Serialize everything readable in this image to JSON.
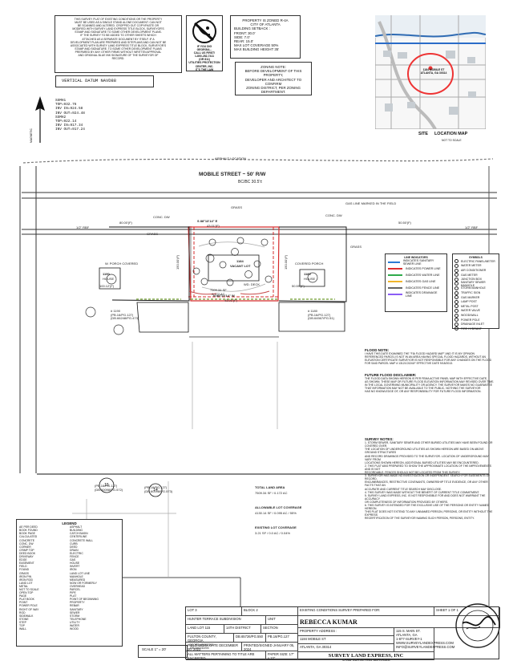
{
  "header": {
    "notice_lines": [
      "THIS SURVEY PLAT OF EXISTING CONDITIONS OR THE PROPERTY",
      "MUST BE USED AS A SINGLE STAND ALONE DOCUMENT. CAN NOT",
      "BE SCANNED AND ALTERED. CROPPED OUT COPY/PASTE OR",
      "MODIFIED WITH SURVEY LAND EXPRESS TITLE BLOCK, SURVEYOR'S",
      "STAMP AND SIGNATURE TO SOME OTHER DEVELOPMENT PLANS.",
      "IF THE SURVEY TO BE ADDED TO OTHER SHEETS WHICH",
      "ATTACHED AS A SEPARATE DOCUMENT BY ITSELF. IF A",
      "DEVELOPMENT PLAN ARE PREPARED AND SITEPLANS AND CAN NOT BE",
      "ASSOCIATED WITH SURVEY LAND EXPRESS TITLE BLOCK, SURVEYOR'S",
      "STAMP AND SIGNATURE. TO SOME OTHER DEVELOPMENT PLANS",
      "PREPARED BY ANY OTHER FIRMS WITHOUT WRITTEN APPROVAL",
      "AND ORIGINAL BLUE INK SIGNATURE OF THE SURVEYOR OF",
      "RECORD."
    ],
    "no_dig_text": [
      "IF YOU DIG",
      "GEORGIA...",
      "CALL US FIRST!",
      "1-800-282-7411",
      "(OR 811)",
      "UTILITIES PROTECTION",
      "CENTER, INC.",
      "IT'S THE LAW"
    ],
    "zoning": {
      "title_line1": "PROPERTY IS ZONED R-4A",
      "title_line2": "CITY OF ATLANTA",
      "lines": [
        "BUILDING SETBACK :",
        "FRONT: 30.0'",
        "SIDE: 7.0'",
        "REAR: 15.0'",
        "MAX LOT COVERAGE 50%",
        "MAX BUILDING HEIGHT 35'"
      ]
    },
    "zoning_note": {
      "title": "ZONING NOTE:",
      "lines": [
        "BEFORE DEVELOPMENT OF THIS PROPERTY,",
        "DEVELOPER AND ARCHITECT TO CONFIRM",
        "ZONING DISTRICT, PER ZONING DEPARTMENT."
      ]
    },
    "vertical_datum": "VERTICAL DATUM NAVD88",
    "ssmh_lines": [
      "SSMH1",
      "TOP=932.76",
      "INV IN=924.58",
      "INV OUT=924.48",
      "",
      "SSMH2",
      "TOP=922.14",
      "INV IN=917.34",
      "INV OUT=917.24"
    ],
    "location_map": {
      "address_line1": "1184 MOBILE ST",
      "address_line2": "ATLANTA, GA 30314",
      "site_label": "SITE",
      "title": "LOCATION MAP",
      "subtitle": "NOT TO SCALE"
    },
    "north_label": "MAGNETIC"
  },
  "plan": {
    "street_name": "MOBILE STREET ~ 50' R/W",
    "street_sub": "BC/BC 30.5'±",
    "lot_number": "1184",
    "lot_status": "VACANT LOT",
    "left_house_number": "1190",
    "left_house_label": "HOUSE",
    "right_house_number": "1180",
    "right_house_label": "HOUSE",
    "left_parcel_lines": [
      "# 1190",
      "(PB.16/PG.127)",
      "(DB.66248/PG.473)"
    ],
    "right_parcel_lines": [
      "# 1180",
      "(PB.16/PG.127)",
      "(DB.64567/PG.51)"
    ],
    "bottom_left_parcel_lines": [
      "(PB.16/PG.127)",
      "(DB.60098/PG.572)"
    ],
    "bottom_right_parcel_lines": [
      "(PB.16/PG.127)",
      "(DB.60098/PG.573)"
    ],
    "front_bearing": "S 88°13'14\" E",
    "front_distance": "43.01'(F)",
    "rear_bearing": "N 88°13'14\" W",
    "rear_distance": "43.01'(F)",
    "left_distance": "150.00'(F)",
    "right_distance": "150.00'(F)",
    "top_left_distance": "80.00'(F)",
    "top_right_distance": "50.50'(F)",
    "bottom_left_distance": "100.12'(F)",
    "bottom_right_distance": "50.59'(F)",
    "area_center": "7509.34 SF\n0.172 AC",
    "area_title": "TOTAL LAND AREA",
    "area_sf": "7509.34 SF / 0.172 AC",
    "allowable_title": "ALLOWABLE LOT COVERAGE",
    "allowable_value": "4130.14 SF / 0.095 AC / 55%",
    "existing_title": "EXISTING LOT COVERAGE",
    "existing_value": "3.21 SF / 0.0 AC / 0.04%",
    "misc_labels": [
      "ASPHALT LOCATION",
      "GRASS",
      "CONC. DW",
      "GAS LINE MARKED IN THE FIELD",
      "GRASS",
      "W. PORCH COVERED",
      "COVERED PORCH",
      "WD. DECK",
      "GRASS",
      "CONC. DW",
      "1/2\" RBF",
      "1/2\" RBF"
    ]
  },
  "lines_legend": {
    "title": "LINE INDICATORS",
    "items": [
      "INDICATES SANITARY SEWER LINE",
      "INDICATES POWER LINE",
      "INDICATES WATER LINE",
      "INDICATES GAS LINE",
      "INDICATES FENCE LINE",
      "INDICATES DRAINAGE LINE"
    ]
  },
  "symbols_legend": {
    "title": "SYMBOLS",
    "items": [
      "ELECTRIC PANEL/METER",
      "WATER METER",
      "AIR CONDITIONER",
      "GAS METER",
      "JUNCTION BOX",
      "SANITARY SEWER MANHOLE",
      "STORM MANHOLE",
      "TRAFFIC SIGN",
      "GAS MARKER",
      "LAMP POST",
      "METAL POST",
      "WATER VALVE",
      "WOOD/WALL",
      "POWER POLE",
      "DRAINAGE INLET",
      "FIRE HYDRANT"
    ]
  },
  "flood": {
    "title": "FLOOD NOTE:",
    "text": [
      "I HAVE THIS DATE EXAMINED THE \"FIA FLOOD HAZARD MAP\" AND IT IS MY OPINION",
      "REFERENCED PARCEL IS NOT IN AN AREA HAVING SPECIAL FLOOD HAZARDS, WITHOUT AN",
      "ELEVATION CERTIFICATE SURVEYOR IS NOT RESPONSIBLE FOR ANY CHANGES ON THE FLOOD",
      "FOR SAID PARCEL MAP # 13121C0241F EFFECTIVE DATE 9/18/2013."
    ],
    "disclaimer_title": "FUTURE FLOOD DISCLAIMER:",
    "disclaimer_text": [
      "THE FLOOD DATA SHOWN HEREON IS PER FEMA ACTIVE PANEL MAP WITH EFFECTIVE DATE,",
      "AS SHOWN. THESE MAP OR FUTURE FLOOD ELEVATION INFORMATION MAY REVISED OVER TIME.",
      "IN THE LOCAL GOVERNING MUNICIPALITY OR AGENCY. THE SURVEYOR MAKES NO GUARANTEE",
      "THAT INFORMATION MAY NOT BE AVAILABLE TO THE PUBLIC. NOTHING THE SURVEYOR",
      "HAS NO KNOWLEDGE OF, OR ANY RESPONSIBILITY FOR FUTURE FLOOD INFORMATION."
    ]
  },
  "survey_notes": {
    "title": "SURVEY NOTES:",
    "items": [
      "1. STORM SEWER, SANITARY SEWER AND OTHER BURIED UTILITIES MAY HAVE BEEN FOUND OR COVERED OVER.",
      "THE LOCATION OF UNDERGROUND UTILITIES AS SHOWN HEREON ARE BASED ON ABOVE GROUND STRUCTURES",
      "AND RECORD DRAWINGS PROVIDED TO THE SURVEYOR. LOCATION OF UNDERGROUND MAY VARY FROM",
      "LOCATIONS SHOWN HEREON. ADDITIONAL BURIED UTILITIES MAY BE ENCOUNTERED.",
      "2. THIS PLAT WAS PREPARED TO SHOW THE APPROXIMATE LOCATION OF THE IMPROVEMENTS AND IS NOT",
      "RECORDABLE. FENCES SHOULD NOT BE LOCATED FROM THIS SURVEY.",
      "3. SURVEYOR HAS MADE NO INVESTIGATION OR INDEPENDENT SEARCH FOR EASEMENTS OF RECORD,",
      "ENCUMBRANCES, RESTRICTIVE COVENANTS, OWNERSHIP TITLE EVIDENCE, OR ANY OTHER FACTS THAT AN",
      "ACCURATE AND CURRENT TITLE SEARCH MAY DISCLOSE.",
      "4. THIS SURVEY WAS MADE WITHOUT THE BENEFIT OF CURRENT TITLE COMMITMENT.",
      "5. SURVEY LAND EXPRESS, INC. IS NOT RESPONSIBLE FOR AND DOES NOT WARRANT THE ACCURACY",
      "OR COMPLETENESS OF INFORMATION PROVIDED BY OTHERS.",
      "6. THIS SURVEY IS INTENDED FOR THE EXCLUSIVE USE OF THE PERSONS OR ENTITY NAMED HEREON.",
      "THIS PLAT DOES NOT EXTEND TO ANY UNNAMED PERSON, PERSONS, OR ENTITY WITHOUT THE EXPRESS",
      "RECERTIFICATION OF THE SURVEYOR NAMING SUCH PERSON, PERSONS, ENTITY."
    ]
  },
  "legend": {
    "title": "LEGEND",
    "left": [
      "AE PER DEED",
      "BOOK FOUND",
      "BOOK PAGE",
      "CALCULATED",
      "CONCRETE",
      "CONC. DW",
      "CORNER",
      "CRIMP TOP",
      "DEED BOOK",
      "DRIVEWAY",
      "EDGE",
      "EASEMENT",
      "FIELD",
      "FOUND",
      "GRASS",
      "IRON PIN",
      "IRON ROD",
      "LAND LOT",
      "METAL",
      "NOT TO SCALE",
      "OPEN TOP",
      "PAGE",
      "PLAT BOOK",
      "POINT",
      "POWER POLE",
      "RIGHT OF WAY",
      "ROD",
      "SIDEWALK",
      "STONE",
      "STEP",
      "TOP",
      "WALL"
    ],
    "right": [
      "ASPHALT",
      "BUILDING",
      "CATCH BASIN",
      "CENTERLINE",
      "CONCRETE WALL",
      "CURB",
      "DEED",
      "DRAIN",
      "ELECTRIC",
      "FENCE",
      "GAS",
      "HOUSE",
      "INVERT",
      "IRON",
      "LAND LOT LINE",
      "MANHOLE",
      "MEASURED",
      "NOW OR FORMERLY",
      "OVERHEAD",
      "PARCEL",
      "PIPE",
      "PLAT",
      "POINT OF BEGINNING",
      "PROPERTY",
      "REBAR",
      "SANITARY",
      "SEWER",
      "STORM",
      "TELEPHONE",
      "UTILITY",
      "WATER",
      "WOOD"
    ]
  },
  "title_block": {
    "lot": "LOT 3",
    "block": "BLOCK 2",
    "subdivision": "HUNTER TERRACE SUBDIVISION",
    "unit": "UNIT",
    "land_lot": "LAND LOT 115",
    "district": "14TH DISTRICT",
    "section": "SECTION",
    "county": "FULTON COUNTY, GEORGIA",
    "deed": "DB.65726/PG.550",
    "plat": "PB.16/PG.127",
    "field_work": "FIELD WORK DATE DECEMBER 20, 2023",
    "printed": "PRINTED/SIGNED JANUARY 05, 2024",
    "title_note": "ALL MATTERS PERTAINING TO TITLE ARE EXCEPTED",
    "paper_size": "PAPER SIZE: 17\" x 22\"",
    "prepared_for_label": "EXISTING CONDITIONS SURVEY PREPARED FOR:",
    "sheet": "SHEET 1 OF 1",
    "client": "REBECCA KUMAR",
    "property_address_label": "PROPERTY ADDRESS :",
    "property_address_line1": "1184 MOBILE ST",
    "property_address_line2": "ATLANTA, GA 30314",
    "company": "SURVEY LAND EXPRESS, INC",
    "company_sub": "LAND SURVEYING SERVICES",
    "scale": "SCALE   1\" = 20'",
    "job_code": "COORD #20232203",
    "job_number": "JOB #20232203",
    "company_contact": [
      "115 S. MAIN ST.",
      "ATLANTA, GA",
      "1-877-SURVEY-1",
      "WWW.SURVEYLANDEXPRESS.COM",
      "INFO@SURVEYLANDEXPRESS.COM"
    ]
  }
}
